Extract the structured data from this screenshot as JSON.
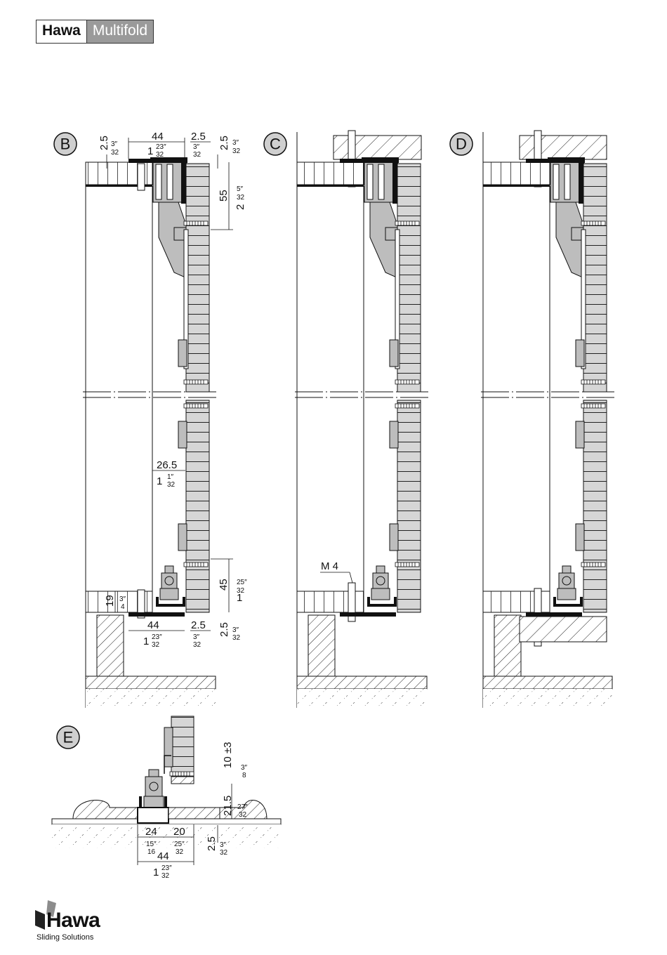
{
  "header": {
    "brand": "Hawa",
    "product": "Multifold"
  },
  "views": {
    "b": "B",
    "c": "C",
    "d": "D",
    "e": "E"
  },
  "dimensions": {
    "b_top_left_mm": "2.5",
    "b_top_left_in": "3″",
    "b_top_left_in_den": "32",
    "b_top_width_mm": "44",
    "b_top_width_in": "1",
    "b_top_width_in_frac": "23″",
    "b_top_width_in_den": "32",
    "b_top_gap_mm": "2.5",
    "b_top_gap_in": "3″",
    "b_top_gap_in_den": "32",
    "b_top_right_mm": "2.5",
    "b_top_right_in": "3″",
    "b_top_right_in_den": "32",
    "b_top_55_mm": "55",
    "b_top_55_in": "2",
    "b_top_55_in_frac": "5″",
    "b_top_55_in_den": "32",
    "b_mid_mm": "26.5",
    "b_mid_in": "1",
    "b_mid_in_frac": "1″",
    "b_mid_in_den": "32",
    "b_bottom_45_mm": "45",
    "b_bottom_45_in": "1",
    "b_bottom_45_in_frac": "25″",
    "b_bottom_45_in_den": "32",
    "b_bottom_19_mm": "19",
    "b_bottom_19_in": "3″",
    "b_bottom_19_in_den": "4",
    "b_bottom_width_mm": "44",
    "b_bottom_width_in": "1",
    "b_bottom_width_in_frac": "23″",
    "b_bottom_width_in_den": "32",
    "b_bottom_gap_mm": "2.5",
    "b_bottom_gap_in": "3″",
    "b_bottom_gap_in_den": "32",
    "b_bottom_right_mm": "2.5",
    "b_bottom_right_in": "3″",
    "b_bottom_right_in_den": "32",
    "c_thread": "M 4",
    "e_10_mm": "10 ±3",
    "e_10_in": "3″",
    "e_10_in_den": "8",
    "e_21_mm": "21.5",
    "e_21_in": "27″",
    "e_21_in_den": "32",
    "e_24_mm": "24",
    "e_24_in": "15″",
    "e_24_in_den": "16",
    "e_20_mm": "20",
    "e_20_in": "25″",
    "e_20_in_den": "32",
    "e_25_mm": "2.5",
    "e_25_in": "3″",
    "e_25_in_den": "32",
    "e_44_mm": "44",
    "e_44_in": "1",
    "e_44_in_frac": "23″",
    "e_44_in_den": "32"
  },
  "footer": {
    "logo_word": "Hawa",
    "tagline": "Sliding Solutions"
  },
  "colors": {
    "line": "#111111",
    "panel_fill": "#d6d6d6",
    "hardware_fill": "#bdbdbd",
    "hatch": "#222222",
    "logo_dark": "#222222",
    "logo_mid": "#8c8c8c"
  }
}
